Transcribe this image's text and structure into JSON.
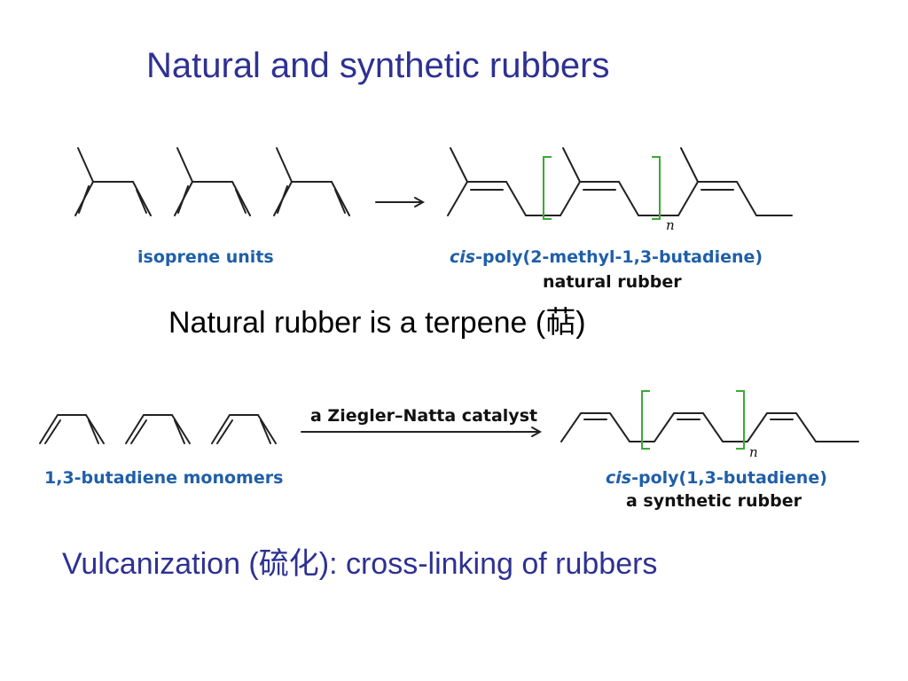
{
  "slide": {
    "title": "Natural and synthetic rubbers",
    "terpene_line": "Natural rubber is a terpene (萜)",
    "vulcanization_line": "Vulcanization (硫化): cross-linking of rubbers"
  },
  "diagram1": {
    "reactant_label": "isoprene units",
    "product_italic": "cis",
    "product_rest": "-poly(2-methyl-1,3-butadiene)",
    "product_sub": "natural rubber",
    "repeat_subscript": "n"
  },
  "diagram2": {
    "reactant_label": "1,3-butadiene monomers",
    "catalyst_label": "a Ziegler–Natta catalyst",
    "product_italic": "cis",
    "product_rest": "-poly(1,3-butadiene)",
    "product_sub": "a synthetic rubber",
    "repeat_subscript": "n"
  },
  "colors": {
    "title": "#2e3192",
    "caption": "#1f5fa8",
    "bracket": "#3aaa35"
  }
}
